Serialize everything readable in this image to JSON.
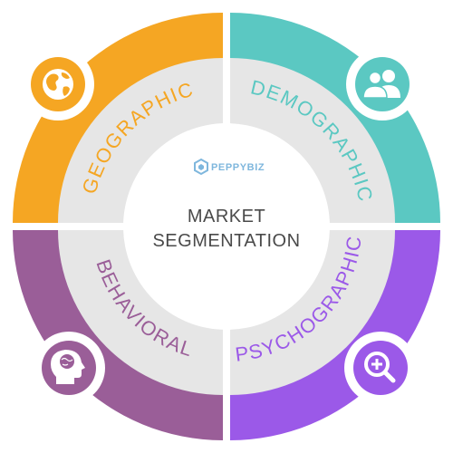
{
  "center": {
    "line1": "MARKET",
    "line2": "SEGMENTATION",
    "brand": "PEPPYBIZ"
  },
  "segments": [
    {
      "key": "geographic",
      "label": "GEOGRAPHIC",
      "color": "#f5a623",
      "icon": "globe-icon"
    },
    {
      "key": "demographic",
      "label": "DEMOGRAPHIC",
      "color": "#5bc8c2",
      "icon": "people-icon"
    },
    {
      "key": "psychographic",
      "label": "PSYCHOGRAPHIC",
      "color": "#9b59e8",
      "icon": "magnifier-plus-icon"
    },
    {
      "key": "behavioral",
      "label": "BEHAVIORAL",
      "color": "#9a5e98",
      "icon": "brain-head-icon"
    }
  ],
  "colors": {
    "inner_ring": "#e6e6e6",
    "center_fill": "#ffffff",
    "brand": "#7fb7dd",
    "text": "#4a4a4a"
  }
}
